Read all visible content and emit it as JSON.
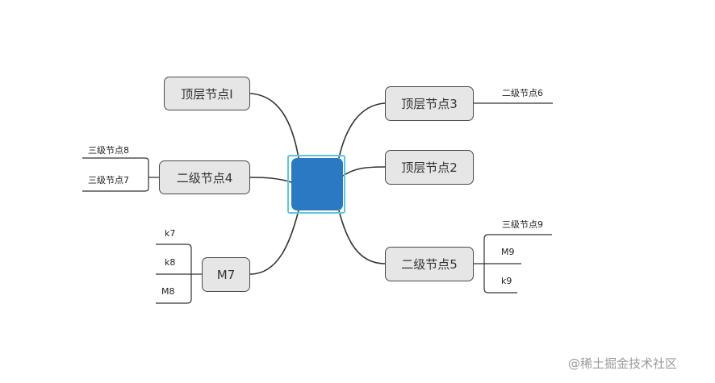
{
  "nodes": {
    "top1": "顶层节点I",
    "top3": "顶层节点3",
    "top2": "顶层节点2",
    "second4": "二级节点4",
    "second5": "二级节点5",
    "m7": "M7"
  },
  "leaves": {
    "third6": "二级节点6",
    "third8": "三级节点8",
    "third7": "三级节点7",
    "third9": "三级节点9",
    "m9": "M9",
    "k9": "k9",
    "k7": "k7",
    "k8": "k8",
    "m8": "M8"
  },
  "watermark": "@稀土掘金技术社区",
  "colors": {
    "center": "#2a79c2",
    "selection": "#5bc8dc",
    "node_fill": "#e6e6e6",
    "connector": "#333333"
  }
}
